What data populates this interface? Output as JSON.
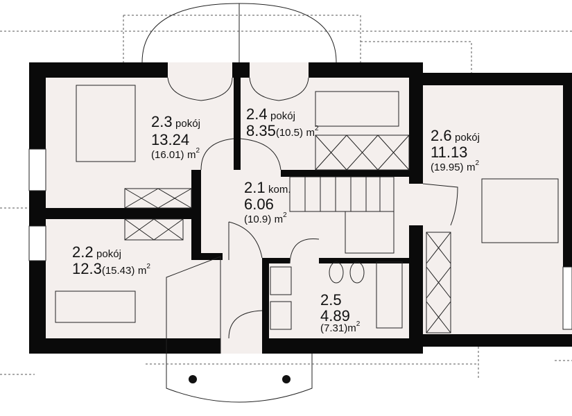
{
  "rooms": [
    {
      "id": "2.3",
      "type": "pokój",
      "area": "13.24",
      "area_total": "(16.01)",
      "unit": "m",
      "sup": "2"
    },
    {
      "id": "2.4",
      "type": "pokój",
      "area": "8.35",
      "area_total": "(10.5)",
      "unit": "m",
      "sup": "2"
    },
    {
      "id": "2.1",
      "type": "kom.",
      "area": "6.06",
      "area_total": "(10.9)",
      "unit": "m",
      "sup": "2"
    },
    {
      "id": "2.2",
      "type": "pokój",
      "area": "12.3",
      "area_total": "(15.43)",
      "unit": "m",
      "sup": "2"
    },
    {
      "id": "2.5",
      "type": "",
      "area": "4.89",
      "area_total": "(7.31)",
      "unit": "m",
      "sup": "2"
    },
    {
      "id": "2.6",
      "type": "pokój",
      "area": "11.13",
      "area_total": "(19.95)",
      "unit": "m",
      "sup": "2"
    }
  ],
  "colors": {
    "wall": "#0a0a0a",
    "floor": "#f4efed"
  }
}
